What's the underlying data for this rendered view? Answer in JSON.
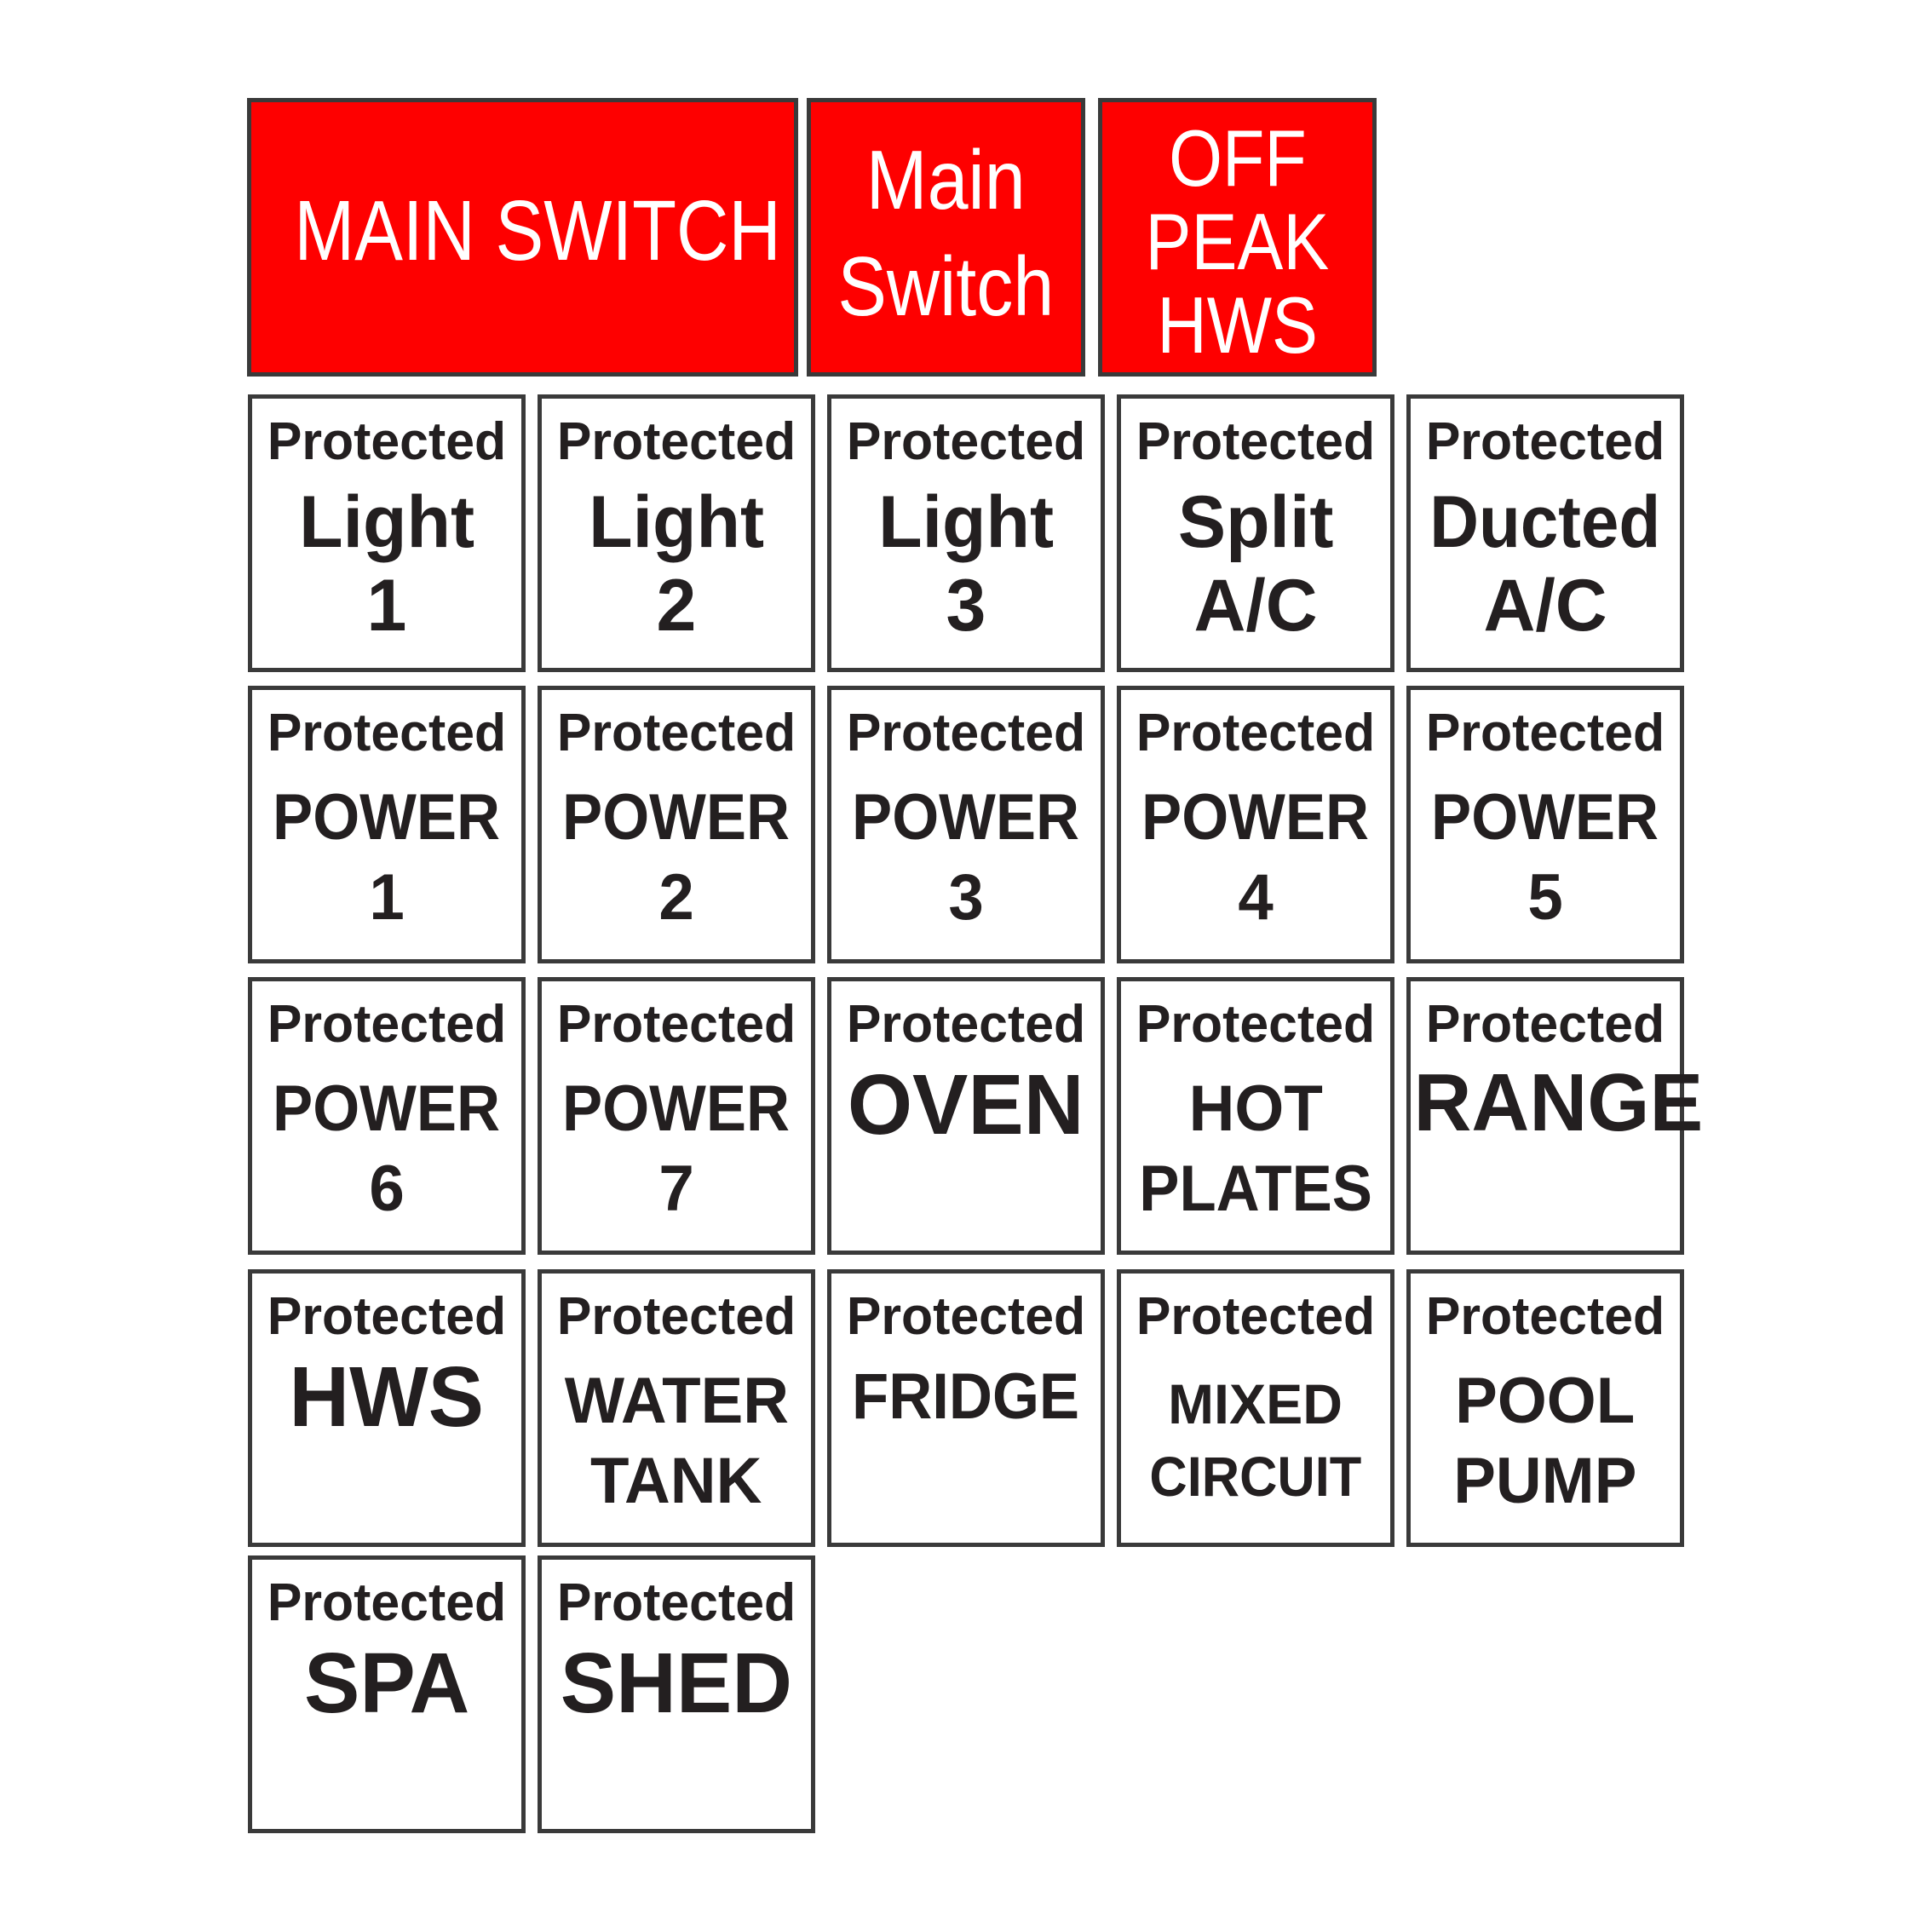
{
  "colors": {
    "red_fill": "#fe0000",
    "border": "#3a3a3a",
    "text_dark": "#231f20",
    "text_light": "#ffffff",
    "background": "#ffffff"
  },
  "top_row": [
    {
      "lines": [
        "MAIN SWITCH"
      ],
      "style": "red"
    },
    {
      "lines": [
        "Main",
        "Switch"
      ],
      "style": "red"
    },
    {
      "lines": [
        "OFF",
        "PEAK",
        "HWS"
      ],
      "style": "red"
    }
  ],
  "grid": {
    "prefix": "Protected",
    "rows": [
      [
        {
          "lines": [
            "Light",
            "1"
          ]
        },
        {
          "lines": [
            "Light",
            "2"
          ]
        },
        {
          "lines": [
            "Light",
            "3"
          ]
        },
        {
          "lines": [
            "Split",
            "A/C"
          ]
        },
        {
          "lines": [
            "Ducted",
            "A/C"
          ]
        }
      ],
      [
        {
          "lines": [
            "POWER",
            "1"
          ]
        },
        {
          "lines": [
            "POWER",
            "2"
          ]
        },
        {
          "lines": [
            "POWER",
            "3"
          ]
        },
        {
          "lines": [
            "POWER",
            "4"
          ]
        },
        {
          "lines": [
            "POWER",
            "5"
          ]
        }
      ],
      [
        {
          "lines": [
            "POWER",
            "6"
          ]
        },
        {
          "lines": [
            "POWER",
            "7"
          ]
        },
        {
          "lines": [
            "OVEN"
          ]
        },
        {
          "lines": [
            "HOT",
            "PLATES"
          ]
        },
        {
          "lines": [
            "RANGE"
          ]
        }
      ],
      [
        {
          "lines": [
            "HWS"
          ]
        },
        {
          "lines": [
            "WATER",
            "TANK"
          ]
        },
        {
          "lines": [
            "FRIDGE"
          ]
        },
        {
          "lines": [
            "MIXED",
            "CIRCUIT"
          ]
        },
        {
          "lines": [
            "POOL",
            "PUMP"
          ]
        }
      ],
      [
        {
          "lines": [
            "SPA"
          ]
        },
        {
          "lines": [
            "SHED"
          ]
        }
      ]
    ]
  }
}
